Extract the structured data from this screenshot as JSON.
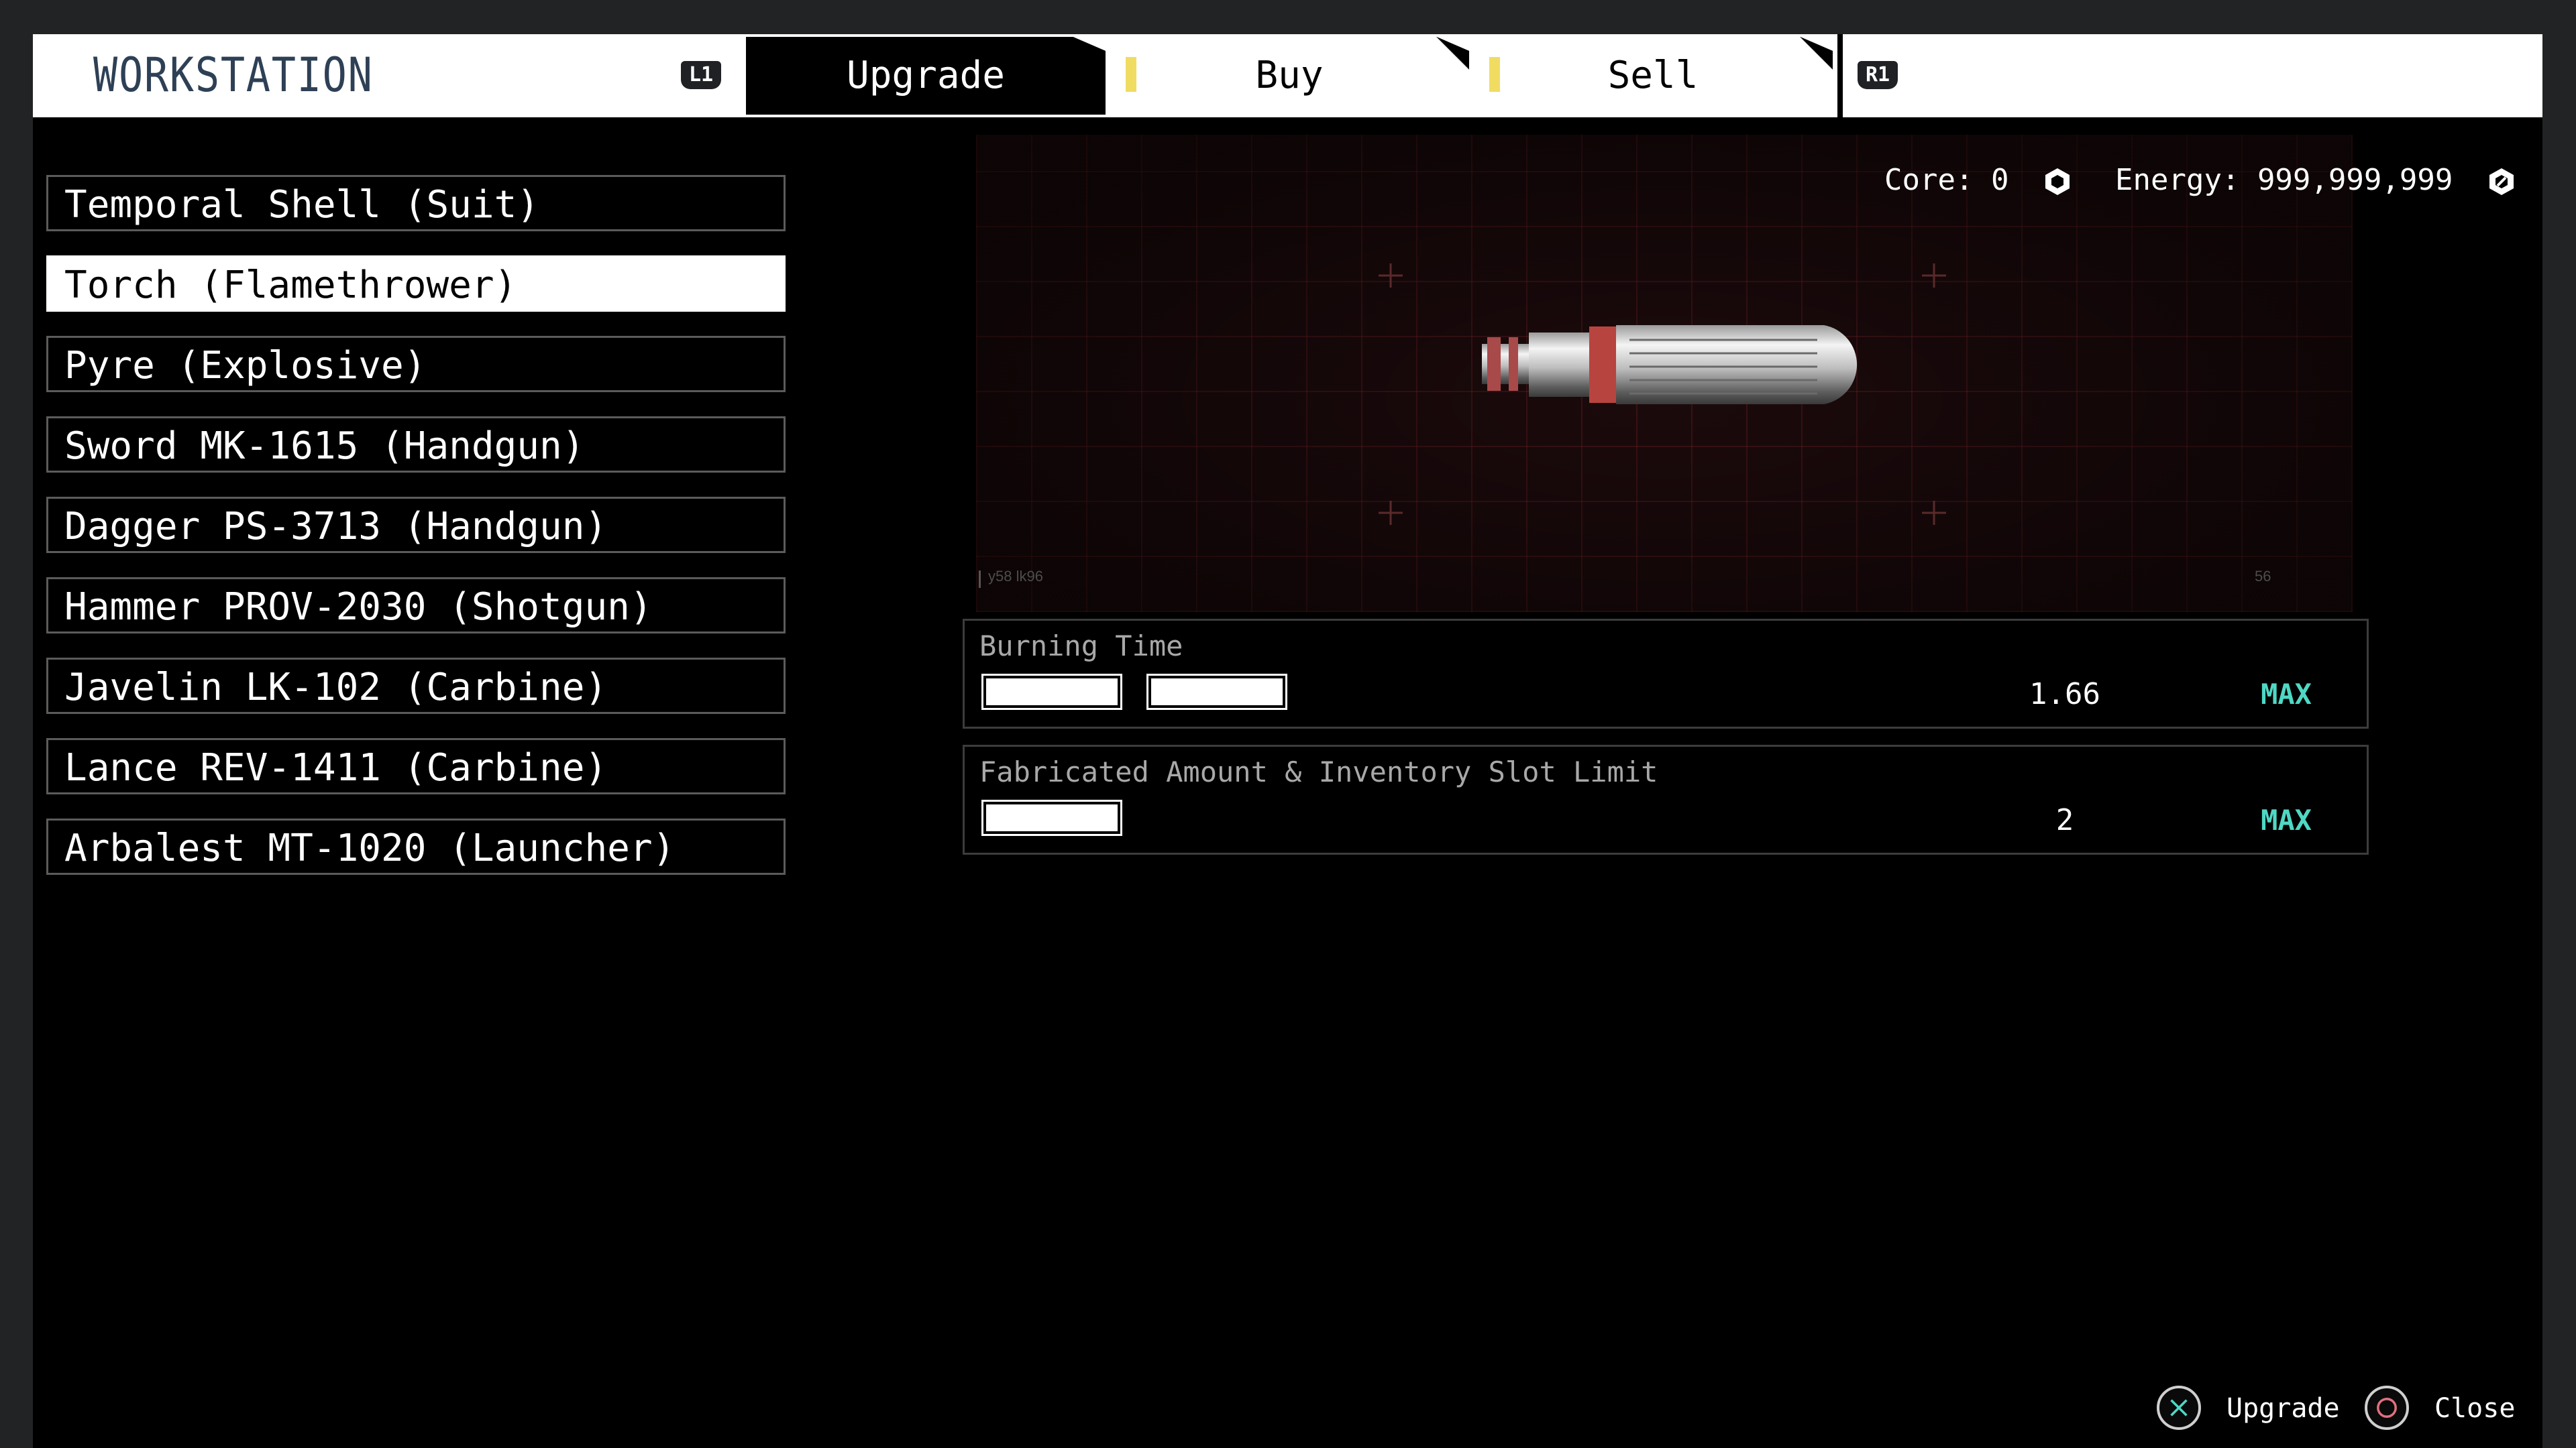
{
  "header": {
    "title": "WORKSTATION",
    "left_button": "L1",
    "right_button": "R1",
    "tabs": [
      {
        "label": "Upgrade",
        "active": true,
        "badge": false
      },
      {
        "label": "Buy",
        "active": false,
        "badge": true
      },
      {
        "label": "Sell",
        "active": false,
        "badge": true
      }
    ]
  },
  "items": [
    {
      "label": "Temporal Shell (Suit)",
      "selected": false
    },
    {
      "label": "Torch (Flamethrower)",
      "selected": true
    },
    {
      "label": "Pyre (Explosive)",
      "selected": false
    },
    {
      "label": "Sword MK-1615 (Handgun)",
      "selected": false
    },
    {
      "label": "Dagger PS-3713 (Handgun)",
      "selected": false
    },
    {
      "label": "Hammer PROV-2030 (Shotgun)",
      "selected": false
    },
    {
      "label": "Javelin LK-102 (Carbine)",
      "selected": false
    },
    {
      "label": "Lance REV-1411 (Carbine)",
      "selected": false
    },
    {
      "label": "Arbalest MT-1020 (Launcher)",
      "selected": false
    }
  ],
  "resources": {
    "core_label": "Core:",
    "core_value": "0",
    "energy_label": "Energy:",
    "energy_value": "999,999,999",
    "icon": "hexagon-currency-icon"
  },
  "preview": {
    "item_icon": "flamethrower-canister",
    "corner_text": "y58 lk96",
    "side_text": "56"
  },
  "stats": [
    {
      "label": "Burning Time",
      "segments": 2,
      "value": "1.66",
      "max_label": "MAX"
    },
    {
      "label": "Fabricated Amount & Inventory Slot Limit",
      "segments": 1,
      "value": "2",
      "max_label": "MAX"
    }
  ],
  "footer": {
    "upgrade_label": "Upgrade",
    "close_label": "Close"
  },
  "colors": {
    "accent_max": "#4fd8c4",
    "badge": "#f1dc62",
    "title": "#2e4055",
    "preview_grid": "#8c2828"
  }
}
